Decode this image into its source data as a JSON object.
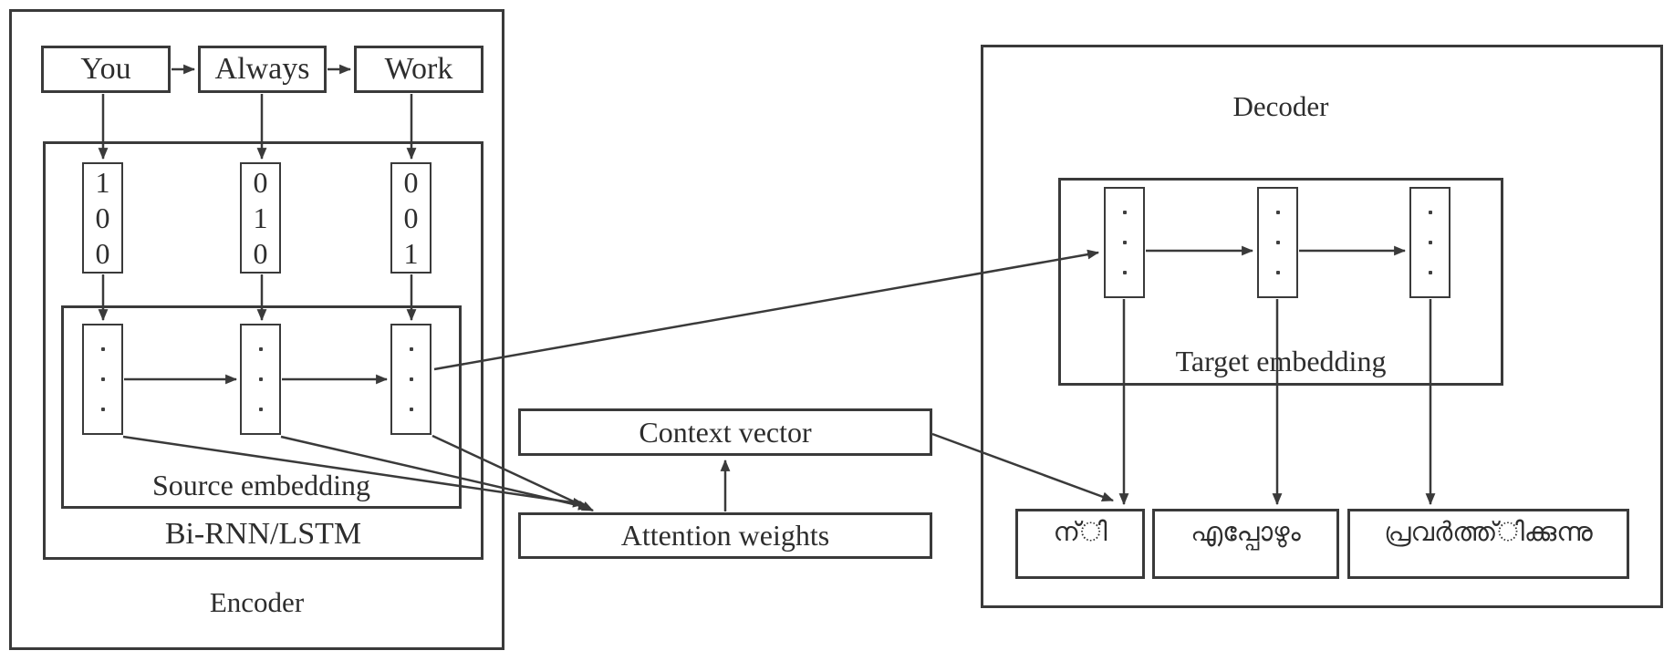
{
  "figure": {
    "background": "#ffffff",
    "line_color": "#3a3a3a",
    "text_color": "#2d2d2d"
  },
  "encoder": {
    "label": "Encoder",
    "rnn_label": "Bi-RNN/LSTM",
    "embedding_label": "Source embedding",
    "words": [
      "You",
      "Always",
      "Work"
    ],
    "onehot": [
      "1\n0\n0",
      "0\n1\n0",
      "0\n0\n1"
    ]
  },
  "attention": {
    "context_label": "Context vector",
    "weights_label": "Attention weights"
  },
  "decoder": {
    "label": "Decoder",
    "embedding_label": "Target embedding",
    "outputs": [
      "ന്ി",
      "എപ്പോഴും",
      "പ്രവർത്ത്ിക്കുന്നു"
    ]
  }
}
